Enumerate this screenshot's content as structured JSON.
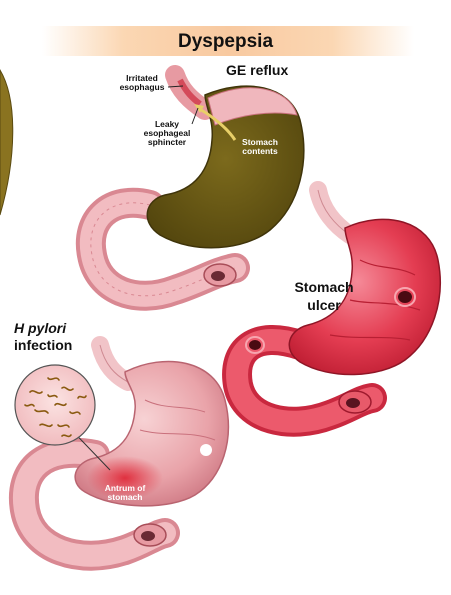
{
  "title": "Dyspepsia",
  "panels": {
    "ge_reflux": {
      "heading": "GE reflux",
      "labels": {
        "irritated_esophagus": [
          "Irritated",
          "esophagus"
        ],
        "leaky_sphincter": [
          "Leaky",
          "esophageal",
          "sphincter"
        ],
        "stomach_contents": [
          "Stomach",
          "contents"
        ]
      }
    },
    "stomach_ulcer": {
      "heading": [
        "Stomach",
        "ulcer"
      ]
    },
    "h_pylori": {
      "heading_italic": "H pylori",
      "heading_rest": "infection",
      "labels": {
        "antrum": [
          "Antrum of",
          "stomach"
        ]
      }
    }
  },
  "colors": {
    "banner": "#f8c9a0",
    "contents_olive": "#6b5a14",
    "stomach_pink": "#e9a2a8",
    "ulcer_red": "#e23a4e",
    "antrum_red": "#e0303f"
  }
}
